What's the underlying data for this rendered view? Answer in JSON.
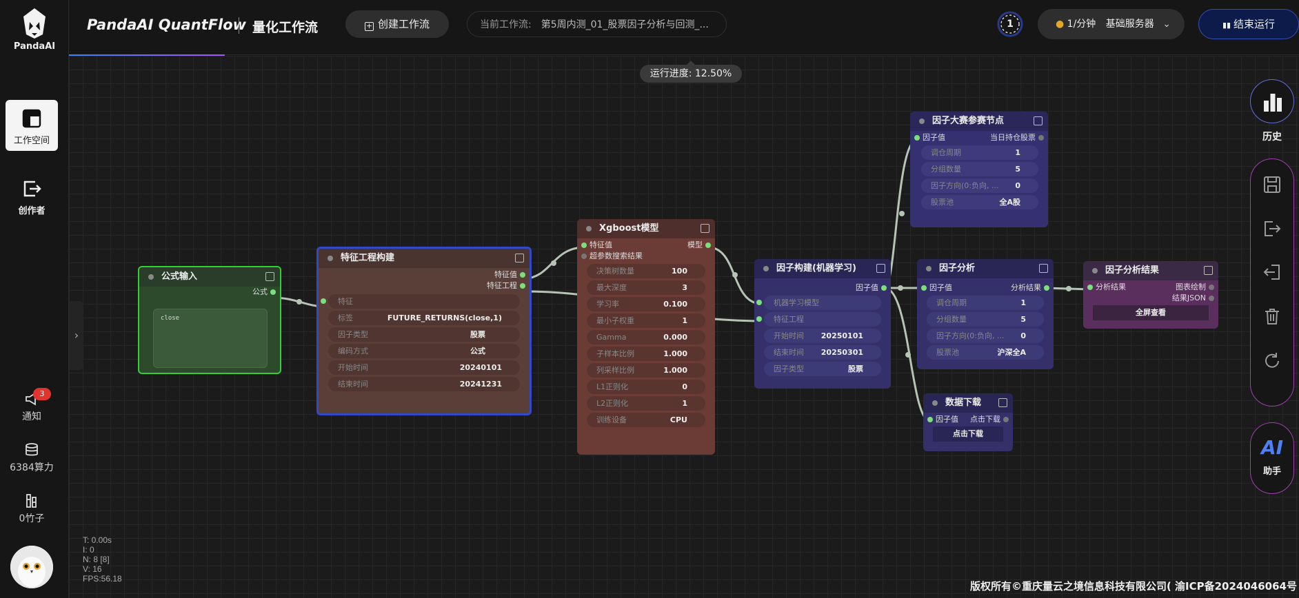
{
  "sidebar": {
    "logo_text": "PandaAI",
    "workspace": "工作空间",
    "creator": "创作者",
    "notify": "通知",
    "notify_count": "3",
    "compute": "6384算力",
    "bamboo": "0竹子"
  },
  "header": {
    "brand": "PandaAI QuantFlow",
    "subtitle": "量化工作流",
    "create_btn": "创建工作流",
    "current_label": "当前工作流:",
    "current_value": "第5周内测_01_股票因子分析与回测_...",
    "ring_value": "1",
    "speed": "1/分钟",
    "server": "基础服务器",
    "stop_btn": "结束运行"
  },
  "run_progress": "运行进度: 12.50%",
  "nodes": {
    "formula": {
      "title": "公式输入",
      "out": "公式",
      "text": "close"
    },
    "feature": {
      "title": "特征工程构建",
      "out1": "特征值",
      "out2": "特征工程",
      "in1": "特征",
      "fields": [
        {
          "k": "标签",
          "v": "FUTURE_RETURNS(close,1)"
        },
        {
          "k": "因子类型",
          "v": "股票"
        },
        {
          "k": "编码方式",
          "v": "公式"
        },
        {
          "k": "开始时间",
          "v": "20240101"
        },
        {
          "k": "结束时间",
          "v": "20241231"
        }
      ]
    },
    "xgb": {
      "title": "Xgboost模型",
      "in1": "特征值",
      "out1": "模型",
      "in2": "超参数搜索结果",
      "fields": [
        {
          "k": "决策树数量",
          "v": "100"
        },
        {
          "k": "最大深度",
          "v": "3"
        },
        {
          "k": "学习率",
          "v": "0.100"
        },
        {
          "k": "最小子权重",
          "v": "1"
        },
        {
          "k": "Gamma",
          "v": "0.000"
        },
        {
          "k": "子样本比例",
          "v": "1.000"
        },
        {
          "k": "列采样比例",
          "v": "1.000"
        },
        {
          "k": "L1正则化",
          "v": "0"
        },
        {
          "k": "L2正则化",
          "v": "1"
        },
        {
          "k": "训练设备",
          "v": "CPU"
        }
      ]
    },
    "fc_ml": {
      "title": "因子构建(机器学习)",
      "out1": "因子值",
      "in1": "机器学习模型",
      "in2": "特征工程",
      "fields": [
        {
          "k": "开始时间",
          "v": "20250101"
        },
        {
          "k": "结束时间",
          "v": "20250301"
        },
        {
          "k": "因子类型",
          "v": "股票"
        }
      ]
    },
    "contest": {
      "title": "因子大赛参赛节点",
      "in1": "因子值",
      "out1": "当日持仓股票",
      "fields": [
        {
          "k": "调仓周期",
          "v": "1"
        },
        {
          "k": "分组数量",
          "v": "5"
        },
        {
          "k": "因子方向(0:负向, ...",
          "v": "0"
        },
        {
          "k": "股票池",
          "v": "全A股"
        }
      ]
    },
    "analysis": {
      "title": "因子分析",
      "in1": "因子值",
      "out1": "分析结果",
      "fields": [
        {
          "k": "调仓周期",
          "v": "1"
        },
        {
          "k": "分组数量",
          "v": "5"
        },
        {
          "k": "因子方向(0:负向, ...",
          "v": "0"
        },
        {
          "k": "股票池",
          "v": "沪深全A"
        }
      ]
    },
    "result": {
      "title": "因子分析结果",
      "in1": "分析结果",
      "out1": "图表绘制",
      "out2": "结果JSON",
      "btn": "全屏查看"
    },
    "download": {
      "title": "数据下载",
      "in1": "因子值",
      "out1": "点击下载",
      "btn": "点击下载"
    }
  },
  "right_toolbar": {
    "history": "历史",
    "ai": "AI",
    "ai_label": "助手",
    "tools": [
      "save-icon",
      "export-icon",
      "import-icon",
      "trash-icon",
      "refresh-icon"
    ]
  },
  "stats": {
    "t": "T: 0.00s",
    "i": "I: 0",
    "n": "N: 8 [8]",
    "v": "V: 16",
    "fps": "FPS:56.18"
  },
  "copyright": "版权所有©重庆量云之境信息科技有限公司( 渝ICP备2024046064号",
  "colors": {
    "accent_blue": "#3149c6",
    "green_port": "#7be07b",
    "badge_red": "#e0342f"
  }
}
